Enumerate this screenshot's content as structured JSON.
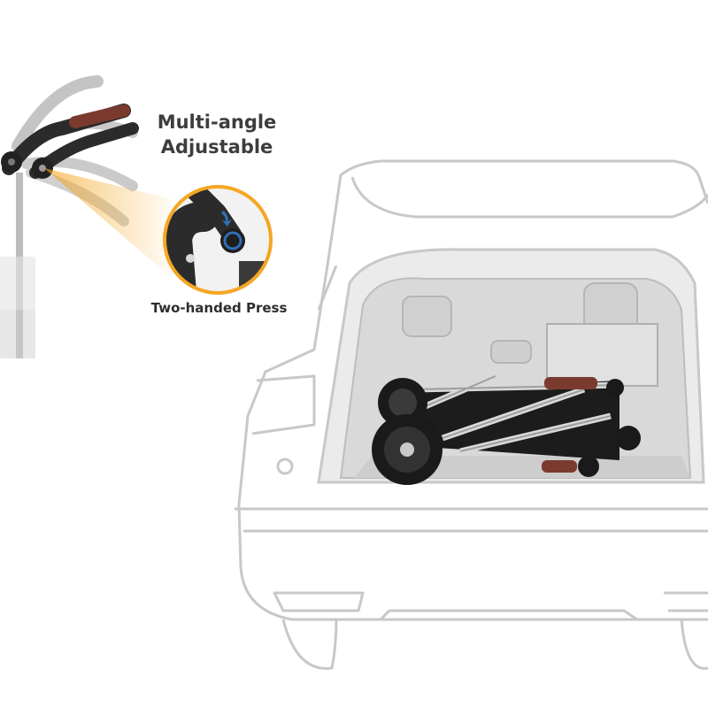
{
  "feature": {
    "title_line1": "Multi-angle",
    "title_line2": "Adjustable",
    "callout_caption": "Two-handed Press"
  },
  "colors": {
    "accent": "#f5a623",
    "handle_leather": "#7a3b2e",
    "frame_dark": "#2b2b2b",
    "car_outline": "#c8c8c8",
    "trunk_fill": "#d9d9d9",
    "button_blue": "#2f6fb5"
  },
  "icons": {
    "press_arrow": "down-arrow-icon"
  }
}
